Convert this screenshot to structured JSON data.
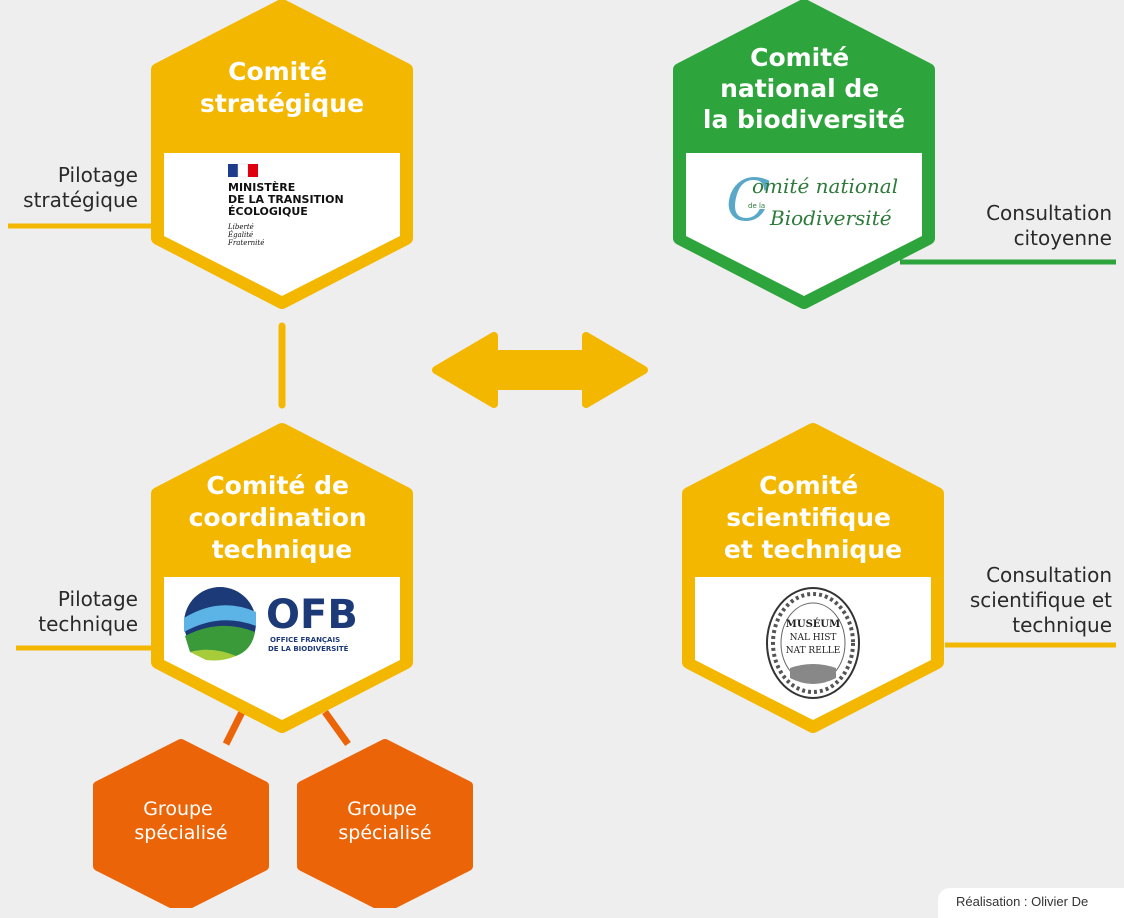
{
  "committees": {
    "strategic": {
      "title": [
        "Comité",
        "stratégique"
      ],
      "logo_lines": [
        "MINISTÈRE",
        "DE LA TRANSITION",
        "ÉCOLOGIQUE"
      ],
      "motto": [
        "Liberté",
        "Égalité",
        "Fraternité"
      ]
    },
    "national": {
      "title": [
        "Comité",
        "national de",
        "la biodiversité"
      ],
      "logo_line1": "omité national",
      "logo_initial": "C",
      "logo_small": "de la",
      "logo_line2": "Biodiversité"
    },
    "coordination": {
      "title": [
        "Comité de",
        "coordination",
        "technique"
      ],
      "logo_acronym": "OFB",
      "logo_sub": [
        "OFFICE FRANÇAIS",
        "DE LA BIODIVERSITÉ"
      ]
    },
    "scientific": {
      "title": [
        "Comité",
        "scientifique",
        "et technique"
      ],
      "seal_lines": [
        "MUSÉUM",
        "NAL HIST",
        "NAT RELLE"
      ]
    }
  },
  "labels": {
    "pilotage_strategique": [
      "Pilotage",
      "stratégique"
    ],
    "consultation_citoyenne": [
      "Consultation",
      "citoyenne"
    ],
    "pilotage_technique": [
      "Pilotage",
      "technique"
    ],
    "consultation_scientifique": [
      "Consultation",
      "scientifique et",
      "technique"
    ]
  },
  "groups": [
    {
      "label": [
        "Groupe",
        "spécialisé"
      ]
    },
    {
      "label": [
        "Groupe",
        "spécialisé"
      ]
    }
  ],
  "credit": "Réalisation : Olivier De",
  "colors": {
    "yellow": "#f4b700",
    "green": "#2ea43c",
    "orange": "#ec6408",
    "background": "#eeeeee"
  }
}
